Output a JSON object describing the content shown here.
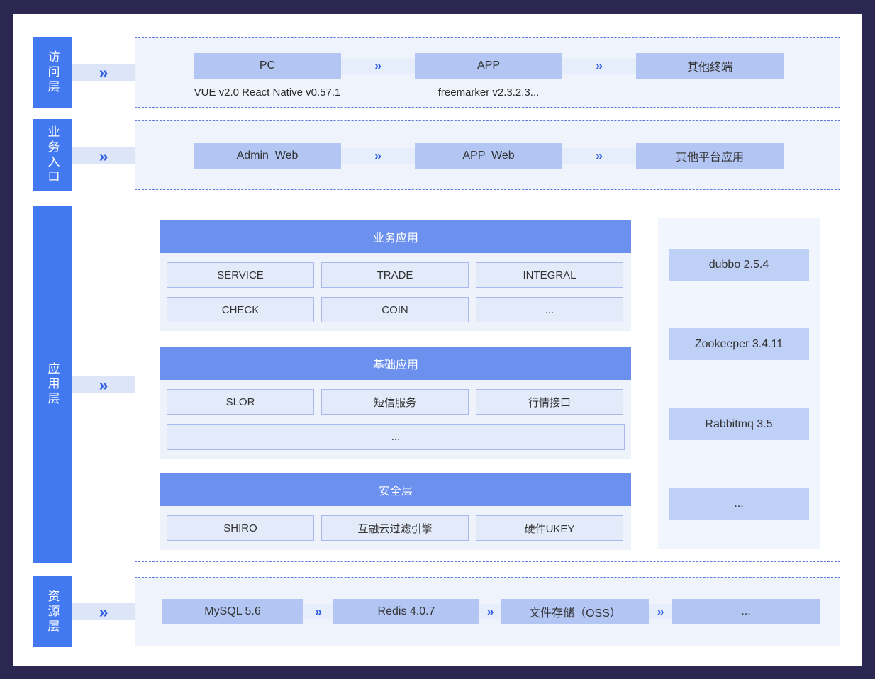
{
  "icons": {
    "double_chevron": "»"
  },
  "colors": {
    "frame_border": "#2b2750",
    "layer_bar_blue": "#4379f0",
    "section_header_blue": "#6b90ee",
    "node_chip_blue": "#b2c5f3",
    "chevron_blue": "#3360e2",
    "dashed_border_blue": "#5d79dd"
  },
  "layers": [
    {
      "label": "访问层",
      "chips": [
        {
          "label": "PC",
          "sub": "VUE v2.0 React Native v0.57.1"
        },
        {
          "label": "APP",
          "sub": "freemarker v2.3.2.3..."
        },
        {
          "label": "其他终端",
          "sub": ""
        }
      ]
    },
    {
      "label": "业务入口",
      "chips": [
        {
          "label": "Admin  Web"
        },
        {
          "label": "APP  Web"
        },
        {
          "label": "其他平台应用"
        }
      ]
    },
    {
      "label": "应用层",
      "sections": [
        {
          "title": "业务应用",
          "items": [
            "SERVICE",
            "TRADE",
            "INTEGRAL",
            "CHECK",
            "COIN",
            "..."
          ]
        },
        {
          "title": "基础应用",
          "items": [
            "SLOR",
            "短信服务",
            "行情接口"
          ],
          "wide_item": "..."
        },
        {
          "title": "安全层",
          "items": [
            "SHIRO",
            "互融云过滤引擎",
            "硬件UKEY"
          ]
        }
      ],
      "middleware": [
        "dubbo 2.5.4",
        "Zookeeper 3.4.11",
        "Rabbitmq 3.5",
        "..."
      ]
    },
    {
      "label": "资源层",
      "chips": [
        {
          "label": "MySQL 5.6"
        },
        {
          "label": "Redis 4.0.7"
        },
        {
          "label": "文件存储（OSS）"
        },
        {
          "label": "..."
        }
      ]
    }
  ]
}
